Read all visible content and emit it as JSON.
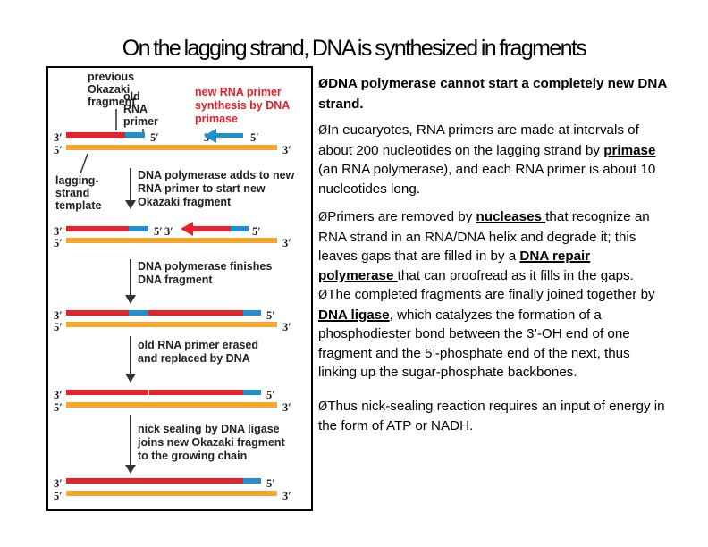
{
  "title": "On the lagging strand, DNA is synthesized in  fragments",
  "figure": {
    "label_previous_okazaki": [
      "previous",
      "Okazaki",
      "fragment"
    ],
    "label_old_rna_primer": [
      "old",
      "RNA",
      "primer"
    ],
    "label_new_rna_primer": [
      "new RNA primer",
      "synthesis by DNA",
      "primase"
    ],
    "label_lagging_template": [
      "lagging-",
      "strand",
      "template"
    ],
    "step1": [
      "DNA polymerase adds to new",
      "RNA primer to start new",
      "Okazaki fragment"
    ],
    "step2": [
      "DNA polymerase finishes",
      "DNA fragment"
    ],
    "step3": [
      "old RNA primer erased",
      "and replaced by DNA"
    ],
    "step4": [
      "nick sealing by DNA ligase",
      "joins new Okazaki fragment",
      "to the growing chain"
    ],
    "end_3p": "3′",
    "end_5p": "5′",
    "colors": {
      "dna_red": "#e8202a",
      "rna_blue": "#1f8fd0",
      "template_orange": "#f4a72a",
      "label_red": "#e8202a"
    }
  },
  "bullets": {
    "b1": {
      "marker": "Ø",
      "text": "DNA polymerase cannot start a completely new DNA strand."
    },
    "b2": {
      "marker": "Ø",
      "t1": "In eucaryotes, RNA primers are made at intervals of about 200 nucleotides on the lagging strand by ",
      "u1": "primase ",
      "t2": "(an RNA polymerase), and each RNA primer is about 10 nucleotides long."
    },
    "b3": {
      "marker": "Ø",
      "t1": "Primers are removed by ",
      "u1": "nucleases ",
      "t2": "that recognize an RNA strand in an RNA/DNA helix and degrade it; this leaves gaps that are filled in by a ",
      "u2": "DNA repair polymerase ",
      "t3": "that can proofread as it fills in the gaps."
    },
    "b4": {
      "marker": "Ø",
      "t1": "The completed fragments are finally joined together by ",
      "u1": "DNA ligase",
      "t2": ", which catalyzes the formation of a phosphodiester bond between the 3’-OH end of one fragment and the 5’-phosphate end of the next, thus linking up the sugar-phosphate backbones."
    },
    "b5": {
      "marker": "Ø",
      "text": "Thus nick-sealing reaction requires an input of energy in the form of ATP or NADH."
    }
  }
}
